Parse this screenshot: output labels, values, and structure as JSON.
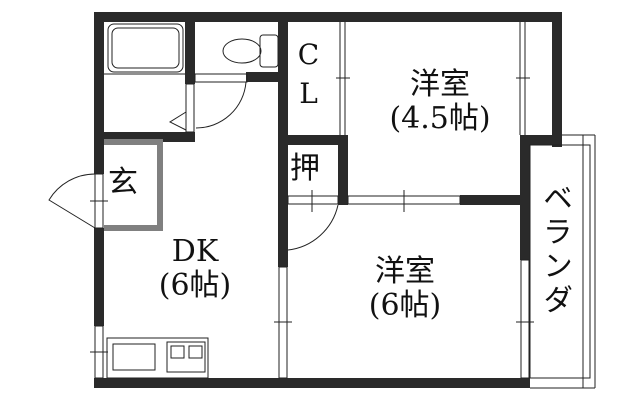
{
  "rooms": {
    "western_room_1": {
      "name": "洋室",
      "size": "(4.5帖)"
    },
    "western_room_2": {
      "name": "洋室",
      "size": "(6帖)"
    },
    "dk": {
      "name": "DK",
      "size": "(6帖)"
    },
    "entrance": "玄",
    "closet": "CL",
    "oshiire": "押",
    "veranda": "ベランダ"
  },
  "colors": {
    "wall": "#2a2a2a",
    "entrance_step": "#808080"
  }
}
